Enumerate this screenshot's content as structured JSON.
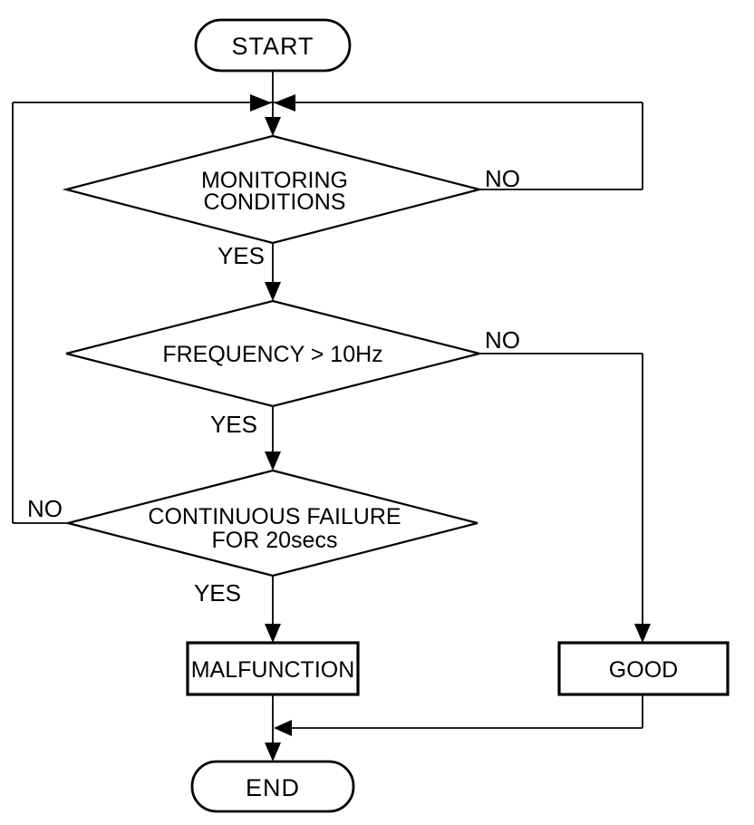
{
  "diagram": {
    "type": "flowchart",
    "background_color": "#ffffff",
    "stroke_color": "#000000",
    "nodes": {
      "start": {
        "type": "terminator",
        "label": "START"
      },
      "monitoring": {
        "type": "decision",
        "label": "MONITORING CONDITIONS",
        "line1": "MONITORING",
        "line2": "CONDITIONS"
      },
      "frequency": {
        "type": "decision",
        "label": "FREQUENCY > 10Hz",
        "line1": "FREQUENCY > 10Hz"
      },
      "continuous": {
        "type": "decision",
        "label": "CONTINUOUS FAILURE FOR 20secs",
        "line1": "CONTINUOUS FAILURE",
        "line2": "FOR 20secs"
      },
      "malfunction": {
        "type": "process",
        "label": "MALFUNCTION"
      },
      "good": {
        "type": "process",
        "label": "GOOD"
      },
      "end": {
        "type": "terminator",
        "label": "END"
      }
    },
    "edges": {
      "start_to_monitoring": {
        "from": "start",
        "to": "monitoring",
        "label": ""
      },
      "monitoring_no": {
        "from": "monitoring",
        "to": "top-loop-junction",
        "label": "NO"
      },
      "monitoring_yes": {
        "from": "monitoring",
        "to": "frequency",
        "label": "YES"
      },
      "frequency_no": {
        "from": "frequency",
        "to": "good",
        "label": "NO"
      },
      "frequency_yes": {
        "from": "frequency",
        "to": "continuous",
        "label": "YES"
      },
      "continuous_no": {
        "from": "continuous",
        "to": "top-loop-junction",
        "label": "NO"
      },
      "continuous_yes": {
        "from": "continuous",
        "to": "malfunction",
        "label": "YES"
      },
      "malfunction_to_end": {
        "from": "malfunction",
        "to": "end",
        "label": ""
      },
      "good_to_end": {
        "from": "good",
        "to": "end",
        "label": ""
      }
    }
  }
}
